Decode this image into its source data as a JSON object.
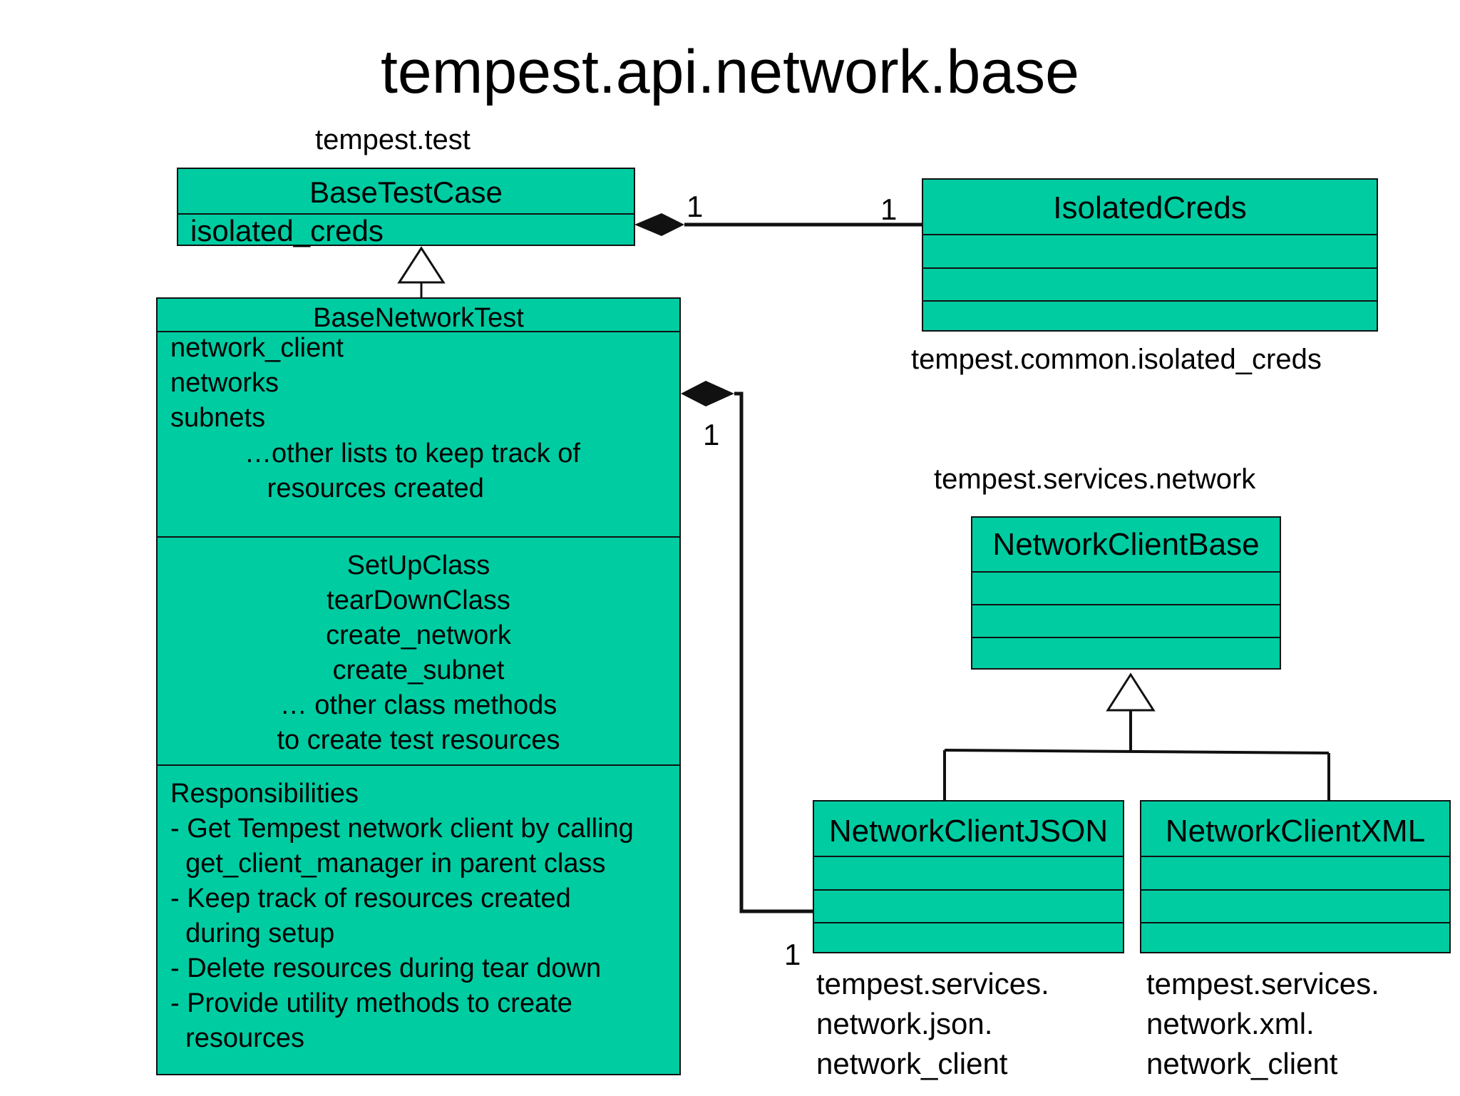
{
  "title": "tempest.api.network.base",
  "packages": {
    "test": "tempest.test",
    "isolated_creds": "tempest.common.isolated_creds",
    "services_network": "tempest.services.network",
    "json_client": "tempest.services.\nnetwork.json.\nnetwork_client",
    "xml_client": "tempest.services.\nnetwork.xml.\nnetwork_client"
  },
  "classes": {
    "base_test_case": {
      "name": "BaseTestCase",
      "attributes": "isolated_creds"
    },
    "isolated_creds": {
      "name": "IsolatedCreds"
    },
    "base_network_test": {
      "name": "BaseNetworkTest",
      "attributes": "network_client\nnetworks\nsubnets",
      "attributes_note": "…other lists to keep track of\n   resources created",
      "methods": "SetUpClass\ntearDownClass\ncreate_network\ncreate_subnet\n… other class methods\nto create test resources",
      "responsibilities": "Responsibilities\n- Get Tempest network client by calling\n  get_client_manager in parent class\n- Keep track of resources created\n  during setup\n- Delete resources during tear down\n- Provide utility methods to create\n  resources"
    },
    "network_client_base": {
      "name": "NetworkClientBase"
    },
    "network_client_json": {
      "name": "NetworkClientJSON"
    },
    "network_client_xml": {
      "name": "NetworkClientXML"
    }
  },
  "multiplicities": {
    "creds_left": "1",
    "creds_right": "1",
    "client_top": "1",
    "client_bottom": "1"
  },
  "colors": {
    "class_fill": "#00cca2",
    "line": "#111111"
  }
}
